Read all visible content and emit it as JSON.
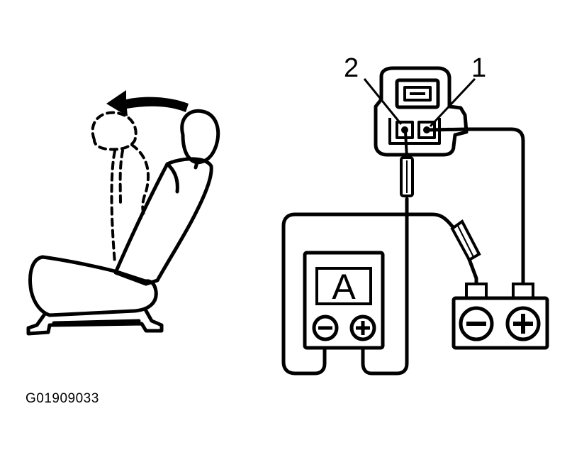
{
  "diagram": {
    "callouts": {
      "terminal_2": "2",
      "terminal_1": "1"
    },
    "ammeter": {
      "letter": "A",
      "negative_terminal": "minus-icon",
      "positive_terminal": "plus-icon"
    },
    "battery": {
      "negative_terminal": "minus-icon",
      "positive_terminal": "plus-icon"
    },
    "figure_code": "G01909033"
  },
  "colors": {
    "ink": "#000000",
    "background": "#ffffff"
  }
}
